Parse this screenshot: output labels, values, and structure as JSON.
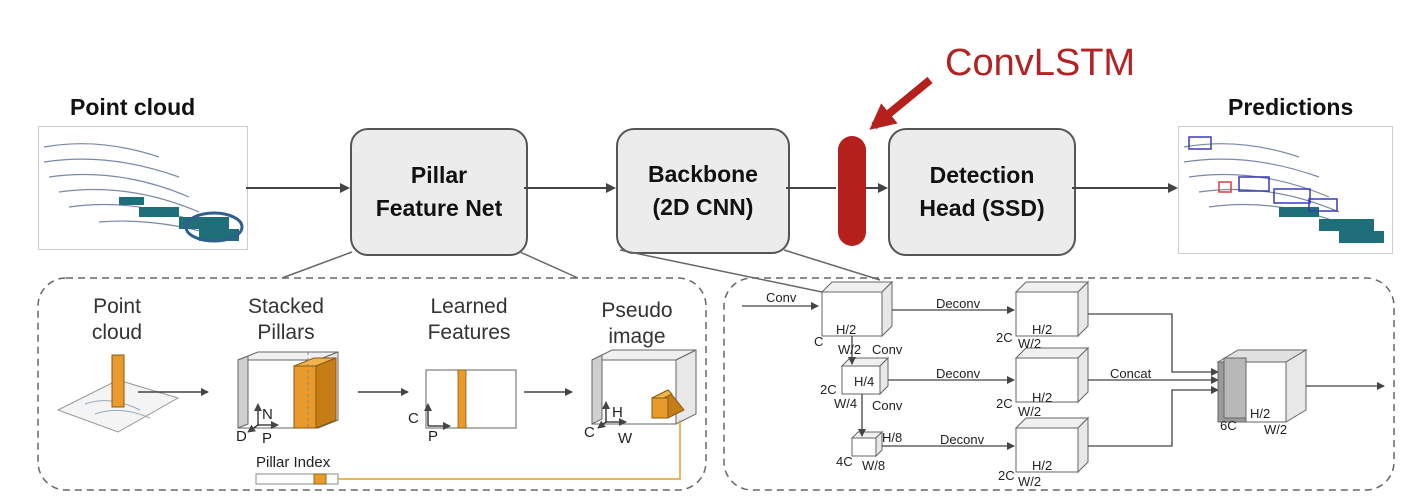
{
  "main": {
    "point_cloud_title": "Point cloud",
    "predictions_title": "Predictions",
    "convlstm_label": "ConvLSTM",
    "blocks": {
      "pfn_line1": "Pillar",
      "pfn_line2": "Feature Net",
      "backbone_line1": "Backbone",
      "backbone_line2": "(2D CNN)",
      "head_line1": "Detection",
      "head_line2": "Head (SSD)"
    }
  },
  "pillar_detail": {
    "point_cloud_l1": "Point",
    "point_cloud_l2": "cloud",
    "stacked_l1": "Stacked",
    "stacked_l2": "Pillars",
    "learned_l1": "Learned",
    "learned_l2": "Features",
    "pseudo_l1": "Pseudo",
    "pseudo_l2": "image",
    "axis_d": "D",
    "axis_p": "P",
    "axis_n": "N",
    "axis_c": "C",
    "axis_p2": "P",
    "axis_c2": "C",
    "axis_h": "H",
    "axis_w": "W",
    "pillar_index": "Pillar Index"
  },
  "backbone_detail": {
    "conv1": "Conv",
    "conv2": "Conv",
    "conv3": "Conv",
    "deconv1": "Deconv",
    "deconv2": "Deconv",
    "deconv3": "Deconv",
    "concat": "Concat",
    "b1_c": "C",
    "b1_h": "H/2",
    "b1_w": "W/2",
    "b2_c": "2C",
    "b2_h": "H/4",
    "b2_w": "W/4",
    "b3_c": "4C",
    "b3_h": "H/8",
    "b3_w": "W/8",
    "u1_c": "2C",
    "u1_h": "H/2",
    "u1_w": "W/2",
    "u2_c": "2C",
    "u2_h": "H/2",
    "u2_w": "W/2",
    "u3_c": "2C",
    "u3_h": "H/2",
    "u3_w": "W/2",
    "out_c": "6C",
    "out_h": "H/2",
    "out_w": "W/2"
  }
}
